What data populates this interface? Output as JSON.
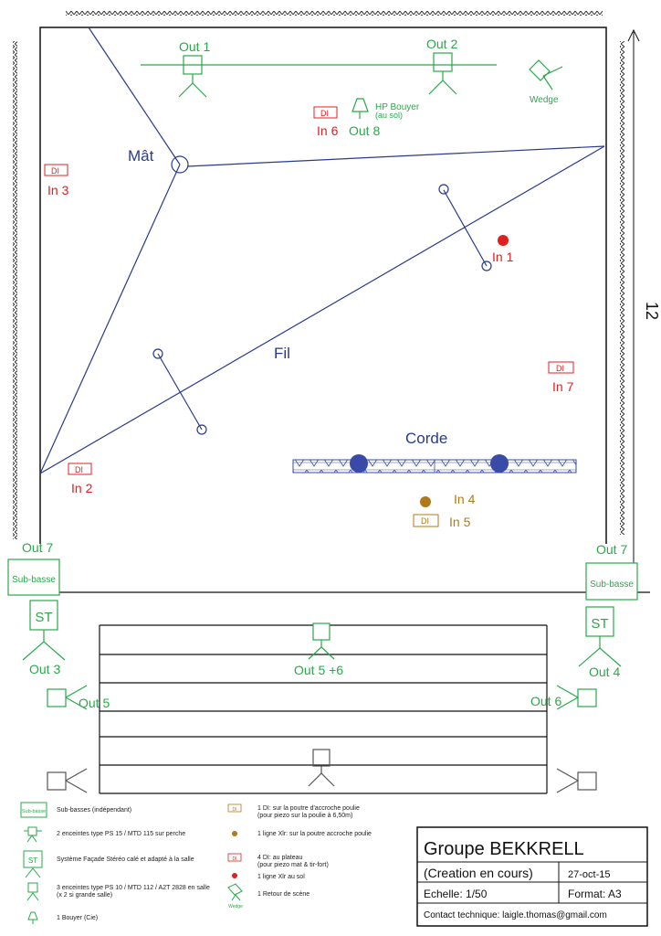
{
  "stage": {
    "dimension": "12",
    "labels": {
      "mat": "Mât",
      "fil": "Fil",
      "corde": "Corde"
    }
  },
  "outputs": {
    "out1": "Out 1",
    "out2": "Out 2",
    "wedge": "Wedge",
    "hp_bouyer_1": "HP Bouyer",
    "hp_bouyer_2": "(au sol)",
    "out8": "Out 8",
    "out7_left": "Out 7",
    "out7_right": "Out 7",
    "sub_left": "Sub-basse",
    "sub_right": "Sub-basse",
    "st_left": "ST",
    "st_right": "ST",
    "out3": "Out 3",
    "out4": "Out 4",
    "out56": "Out 5 +6",
    "out5": "Out 5",
    "out6": "Out 6"
  },
  "inputs": {
    "di": "DI",
    "in1": "In 1",
    "in2": "In 2",
    "in3": "In 3",
    "in4": "In 4",
    "in5": "In 5",
    "in6": "In 6",
    "in7": "In 7"
  },
  "legend": {
    "sub_icon": "Sub-basse",
    "sub": "Sub-basses  (indépendant)",
    "perche": "2 enceintes type PS 15 / MTD 115 sur perche",
    "st_icon": "ST",
    "facade": "Système Façade Stéréo calé et adapté à la salle",
    "salle_1": "3 enceintes type PS 10 / MTD 112 / A2T 2828 en salle",
    "salle_2": "(x 2 si grande salle)",
    "bouyer": "1 Bouyer (Cie)",
    "di_icon": "DI",
    "di_accroche_1": "1 DI: sur la poutre d'accroche poulie",
    "di_accroche_2": "(pour piezo sur la poulie à 6,50m)",
    "xlr_poutre": "1 ligne Xlr: sur la poutre accroche poulie",
    "di_plateau_1": "4 DI: au plateau",
    "di_plateau_2": "(pour piezo mat & tir-fort)",
    "xlr_sol": "1 ligne Xlr au sol",
    "wedge_icon": "Wedge",
    "retour": "1 Retour de scène"
  },
  "title_block": {
    "group": "Groupe BEKKRELL",
    "status": "(Creation en cours)",
    "date": "27-oct-15",
    "scale": "Echelle: 1/50",
    "format": "Format: A3",
    "contact": "Contact technique: laigle.thomas@gmail.com"
  },
  "colors": {
    "green": "#2aa84a",
    "red": "#e02020",
    "blue": "#2a3a8c",
    "gold": "#b07a1a",
    "black": "#111111"
  }
}
